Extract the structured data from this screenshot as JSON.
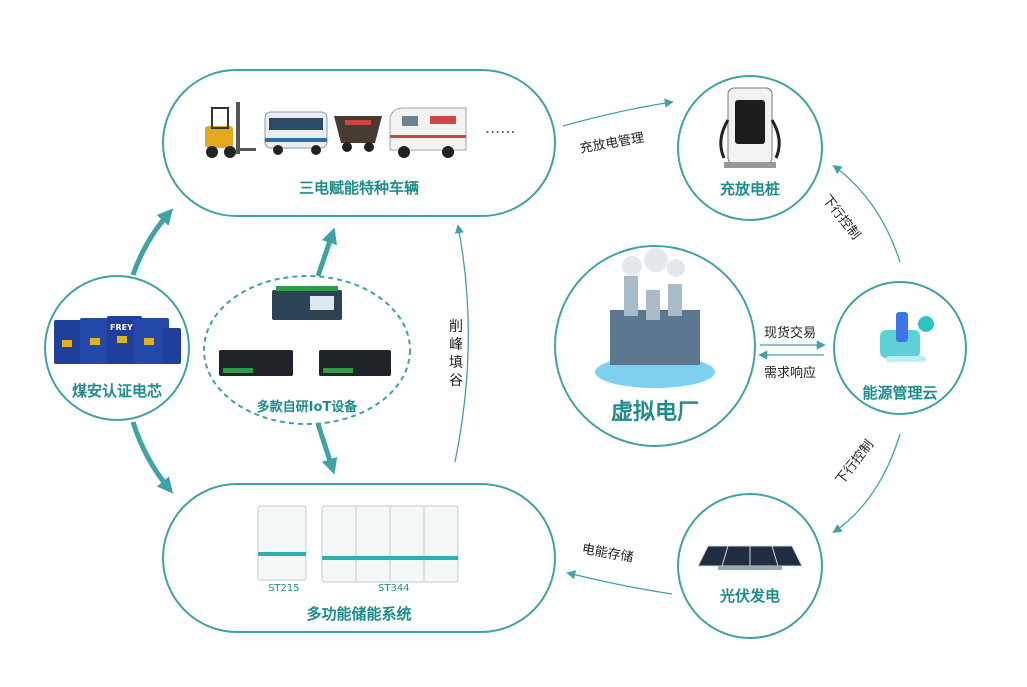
{
  "nodes": {
    "vehicles": {
      "label": "三电赋能特种车辆",
      "ellipsis": "......"
    },
    "charging": {
      "label": "充放电桩"
    },
    "cell": {
      "label": "煤安认证电芯",
      "battery_text": "FREY"
    },
    "iot": {
      "label": "多款自研IoT设备"
    },
    "vpp": {
      "label": "虚拟电厂"
    },
    "cloud": {
      "label": "能源管理云"
    },
    "storage": {
      "label": "多功能储能系统",
      "models": [
        "ST215",
        "ST344"
      ]
    },
    "pv": {
      "label": "光伏发电"
    }
  },
  "edges": {
    "charge_mgmt": "充放电管理",
    "downlink_top": "下行控制",
    "downlink_bottom": "下行控制",
    "spot_trade": "现货交易",
    "demand_response": "需求响应",
    "peak_shaving": "削峰填谷",
    "energy_storage": "电能存储"
  },
  "colors": {
    "accent": "#1f8c8c",
    "arrow": "#3fa2a6"
  }
}
